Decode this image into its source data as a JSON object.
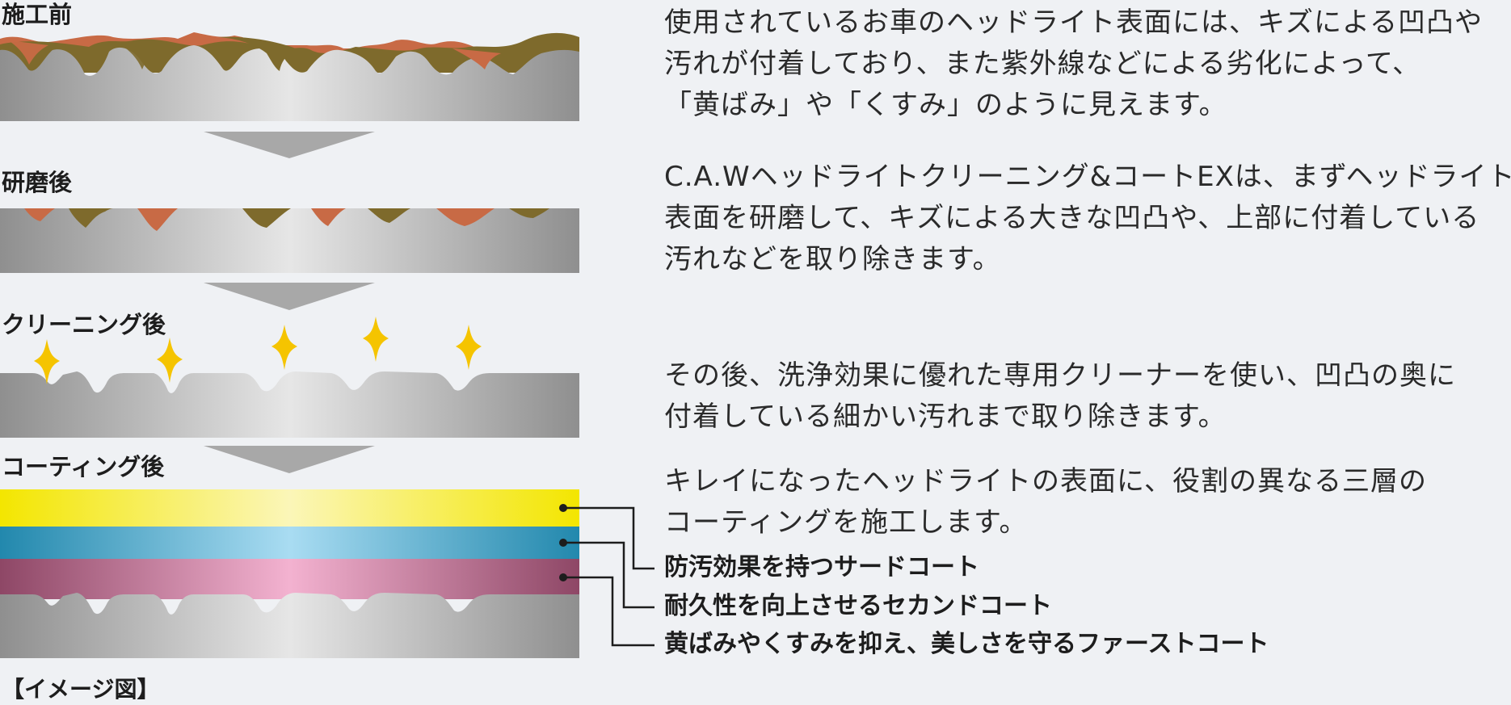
{
  "stages": [
    {
      "label": "施工前"
    },
    {
      "label": "研磨後"
    },
    {
      "label": "クリーニング後"
    },
    {
      "label": "コーティング後"
    }
  ],
  "descriptions": [
    {
      "lines": [
        "使用されているお車のヘッドライト表面には、キズによる凹凸や",
        "汚れが付着しており、また紫外線などによる劣化によって、",
        "「黄ばみ」や「くすみ」のように見えます。"
      ]
    },
    {
      "lines": [
        "C.A.Wヘッドライトクリーニング&コートEXは、まずヘッドライトの",
        "表面を研磨して、キズによる大きな凹凸や、上部に付着している",
        "汚れなどを取り除きます。"
      ]
    },
    {
      "lines": [
        "その後、洗浄効果に優れた専用クリーナーを使い、凹凸の奥に",
        "付着している細かい汚れまで取り除きます。"
      ]
    },
    {
      "lines": [
        "キレイになったヘッドライトの表面に、役割の異なる三層の",
        "コーティングを施工します。"
      ]
    }
  ],
  "coating_layers": [
    {
      "label": "防汚効果を持つサードコート",
      "color": "#f3e600"
    },
    {
      "label": "耐久性を向上させるセカンドコート",
      "color": "#2a9ec2"
    },
    {
      "label": "黄ばみやくすみを抑え、美しさを守るファーストコート",
      "color": "#b4567e"
    }
  ],
  "caption": "【イメージ図】",
  "colors": {
    "background": "#eff1f4",
    "surface_gray": "#a8a8a8",
    "dirt_brown": "#7e6a2c",
    "dirt_orange": "#c86a45",
    "sparkle": "#f5c400",
    "arrow_gray": "#a8a8a8"
  }
}
